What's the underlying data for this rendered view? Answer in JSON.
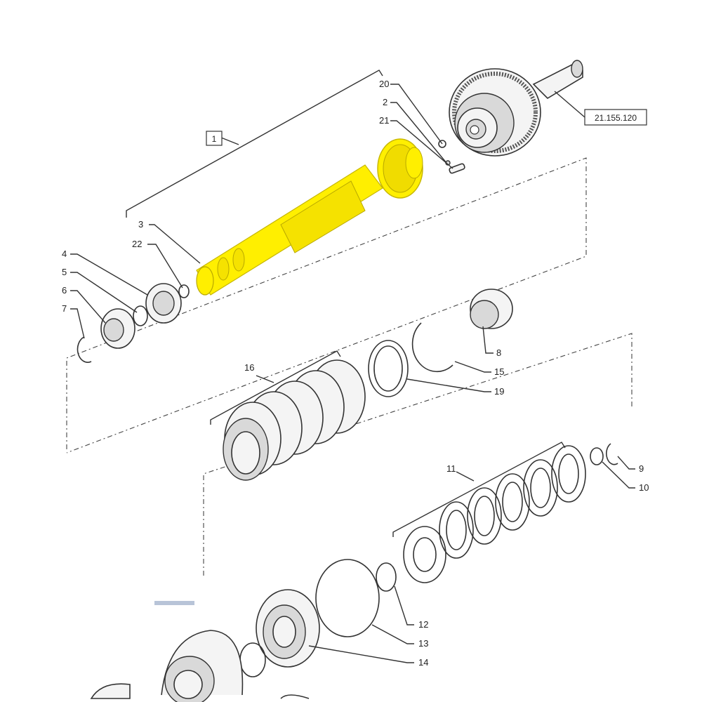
{
  "callouts": {
    "c1": "1",
    "c2": "2",
    "c3": "3",
    "c4": "4",
    "c5": "5",
    "c6": "6",
    "c7": "7",
    "c8": "8",
    "c9": "9",
    "c10": "10",
    "c11": "11",
    "c12": "12",
    "c13": "13",
    "c14": "14",
    "c15": "15",
    "c16": "16",
    "c19": "19",
    "c20": "20",
    "c21": "21",
    "c22": "22"
  },
  "reference_box": "21.155.120",
  "colors": {
    "highlight": "#ffef00",
    "highlight_stroke": "#c8b800",
    "line": "#333333"
  }
}
